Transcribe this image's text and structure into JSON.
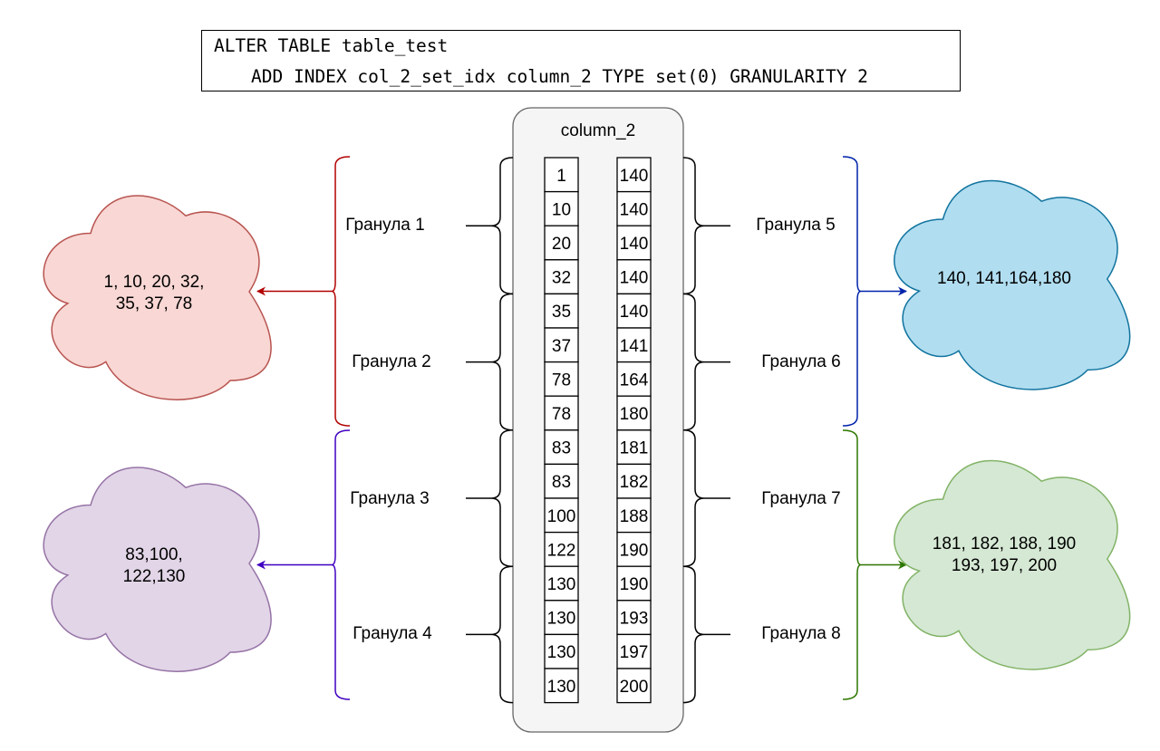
{
  "sql": {
    "line1": "ALTER TABLE table_test",
    "line2": "ADD INDEX col_2_set_idx column_2 TYPE set(0) GRANULARITY 2"
  },
  "column": {
    "title": "column_2",
    "left_values": [
      "1",
      "10",
      "20",
      "32",
      "35",
      "37",
      "78",
      "78",
      "83",
      "83",
      "100",
      "122",
      "130",
      "130",
      "130",
      "130"
    ],
    "right_values": [
      "140",
      "140",
      "140",
      "140",
      "140",
      "141",
      "164",
      "180",
      "181",
      "182",
      "188",
      "190",
      "190",
      "193",
      "197",
      "200"
    ]
  },
  "granules": {
    "left": [
      "Гранула 1",
      "Гранула 2",
      "Гранула 3",
      "Гранула 4"
    ],
    "right": [
      "Гранула 5",
      "Гранула 6",
      "Гранула 7",
      "Гранула 8"
    ]
  },
  "clouds": [
    {
      "lines": [
        "1, 10, 20, 32,",
        "35, 37, 78"
      ],
      "fill": "#f8d7d4",
      "stroke": "#b85450",
      "arrow": "#b20000"
    },
    {
      "lines": [
        "83,100,",
        "122,130"
      ],
      "fill": "#e1d5e7",
      "stroke": "#9673a6",
      "arrow": "#3f00c0"
    },
    {
      "lines": [
        "140, 141,164,180"
      ],
      "fill": "#b1ddf0",
      "stroke": "#10739e",
      "arrow": "#0022aa"
    },
    {
      "lines": [
        "181, 182, 188, 190",
        "193, 197, 200"
      ],
      "fill": "#d5e8d4",
      "stroke": "#82b366",
      "arrow": "#2d7600"
    }
  ]
}
